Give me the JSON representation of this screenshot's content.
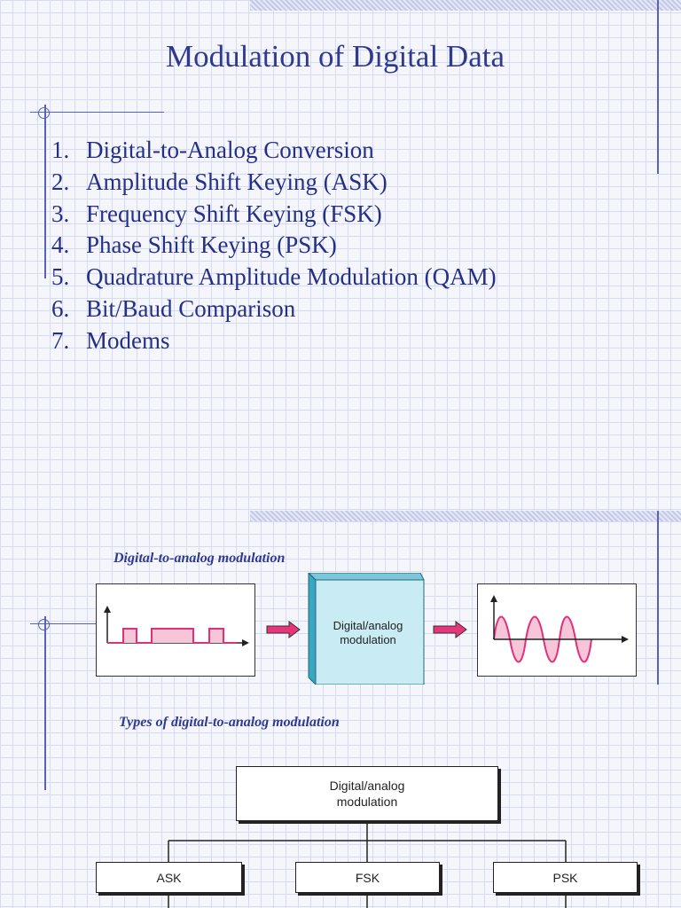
{
  "slide1": {
    "title": "Modulation of Digital Data",
    "items": [
      {
        "num": "1.",
        "text": "Digital-to-Analog Conversion"
      },
      {
        "num": "2.",
        "text": "Amplitude Shift Keying (ASK)"
      },
      {
        "num": "3.",
        "text": "Frequency Shift Keying (FSK)"
      },
      {
        "num": "4.",
        "text": "Phase Shift Keying (PSK)"
      },
      {
        "num": "5.",
        "text": "Quadrature Amplitude Modulation (QAM)"
      },
      {
        "num": "6.",
        "text": "Bit/Baud Comparison"
      },
      {
        "num": "7.",
        "text": "Modems"
      }
    ]
  },
  "slide2": {
    "section1_label": "Digital-to-analog modulation",
    "modulator": {
      "line1": "Digital/analog",
      "line2": "modulation"
    },
    "section2_label": "Types of digital-to-analog modulation",
    "tree": {
      "root": {
        "line1": "Digital/analog",
        "line2": "modulation"
      },
      "children": [
        "ASK",
        "FSK",
        "PSK"
      ]
    }
  },
  "colors": {
    "title": "#2f3a8f",
    "signal": "#e0307a",
    "signal_fill": "#f6c6d8",
    "cube_face": "#c9ecf4",
    "cube_side": "#3aa6bf",
    "arrow": "#e8357a"
  }
}
